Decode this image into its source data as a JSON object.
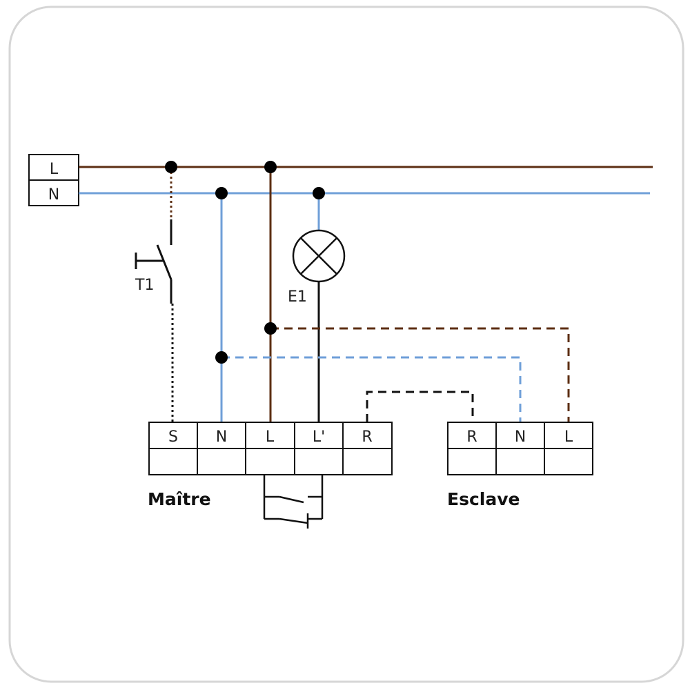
{
  "supply": {
    "line_label": "L",
    "neutral_label": "N"
  },
  "switch_label": "T1",
  "lamp_label": "E1",
  "master": {
    "label": "Maître",
    "terminals": [
      "S",
      "N",
      "L",
      "L'",
      "R"
    ]
  },
  "slave": {
    "label": "Esclave",
    "terminals": [
      "R",
      "N",
      "L"
    ]
  },
  "colors": {
    "line_brown": "#5c2e12",
    "neutral_blue": "#6f9fd8",
    "black": "#111111",
    "frame": "#d6d6d6"
  }
}
